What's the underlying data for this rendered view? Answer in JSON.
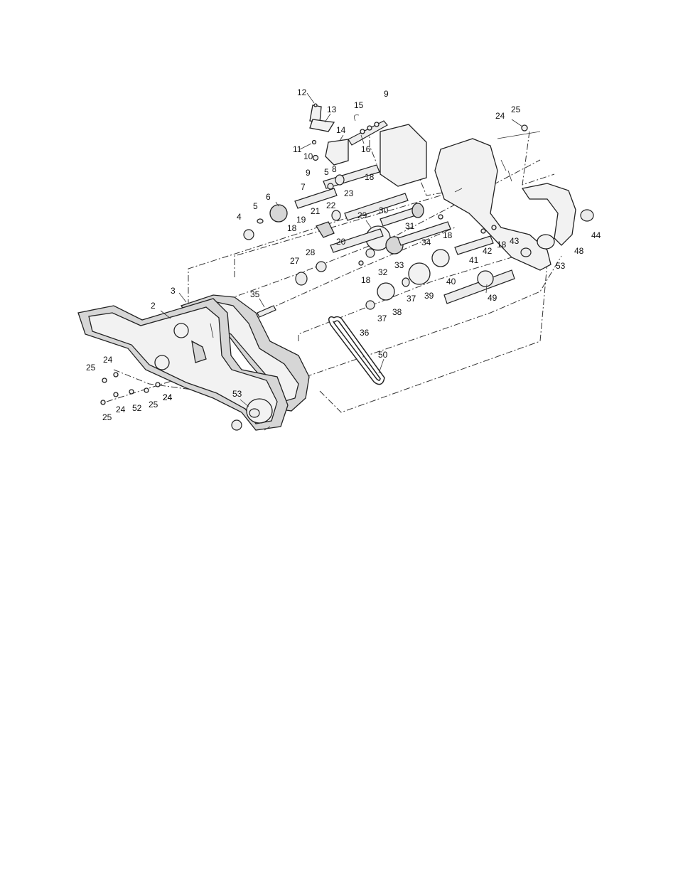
{
  "diagram": {
    "callouts": [
      {
        "key": "c12a",
        "text": "12"
      },
      {
        "key": "c13",
        "text": "13"
      },
      {
        "key": "c9top",
        "text": "9"
      },
      {
        "key": "c15",
        "text": "15"
      },
      {
        "key": "c14",
        "text": "14"
      },
      {
        "key": "c11",
        "text": "11"
      },
      {
        "key": "c10",
        "text": "10"
      },
      {
        "key": "c16",
        "text": "16"
      },
      {
        "key": "c9",
        "text": "9"
      },
      {
        "key": "c24top",
        "text": "24"
      },
      {
        "key": "c25top",
        "text": "25"
      },
      {
        "key": "c5a",
        "text": "5"
      },
      {
        "key": "c8",
        "text": "8"
      },
      {
        "key": "c18a",
        "text": "18"
      },
      {
        "key": "c7",
        "text": "7"
      },
      {
        "key": "c23",
        "text": "23"
      },
      {
        "key": "c6",
        "text": "6"
      },
      {
        "key": "c5b",
        "text": "5"
      },
      {
        "key": "c4",
        "text": "4"
      },
      {
        "key": "c21",
        "text": "21"
      },
      {
        "key": "c22",
        "text": "22"
      },
      {
        "key": "c19",
        "text": "19"
      },
      {
        "key": "c29",
        "text": "29"
      },
      {
        "key": "c30",
        "text": "30"
      },
      {
        "key": "c31",
        "text": "31"
      },
      {
        "key": "c18b",
        "text": "18"
      },
      {
        "key": "c18c",
        "text": "18"
      },
      {
        "key": "c20",
        "text": "20"
      },
      {
        "key": "c34",
        "text": "34"
      },
      {
        "key": "c42",
        "text": "42"
      },
      {
        "key": "c18d",
        "text": "18"
      },
      {
        "key": "c43",
        "text": "43"
      },
      {
        "key": "c44",
        "text": "44"
      },
      {
        "key": "c48",
        "text": "48"
      },
      {
        "key": "c28",
        "text": "28"
      },
      {
        "key": "c27",
        "text": "27"
      },
      {
        "key": "c32",
        "text": "32"
      },
      {
        "key": "c33",
        "text": "33"
      },
      {
        "key": "c41",
        "text": "41"
      },
      {
        "key": "c53a",
        "text": "53"
      },
      {
        "key": "c18e",
        "text": "18"
      },
      {
        "key": "c40",
        "text": "40"
      },
      {
        "key": "c3",
        "text": "3"
      },
      {
        "key": "c35",
        "text": "35"
      },
      {
        "key": "c37a",
        "text": "37"
      },
      {
        "key": "c39",
        "text": "39"
      },
      {
        "key": "c49",
        "text": "49"
      },
      {
        "key": "c2",
        "text": "2"
      },
      {
        "key": "c38",
        "text": "38"
      },
      {
        "key": "c37b",
        "text": "37"
      },
      {
        "key": "c36",
        "text": "36"
      },
      {
        "key": "c50",
        "text": "50"
      },
      {
        "key": "c24a",
        "text": "24"
      },
      {
        "key": "c25a",
        "text": "25"
      },
      {
        "key": "c24b",
        "text": "24"
      },
      {
        "key": "c53b",
        "text": "53"
      },
      {
        "key": "c24c",
        "text": "24"
      },
      {
        "key": "c52",
        "text": "52"
      },
      {
        "key": "c25b",
        "text": "25"
      },
      {
        "key": "c24d",
        "text": "24"
      },
      {
        "key": "c25c",
        "text": "25"
      }
    ]
  }
}
